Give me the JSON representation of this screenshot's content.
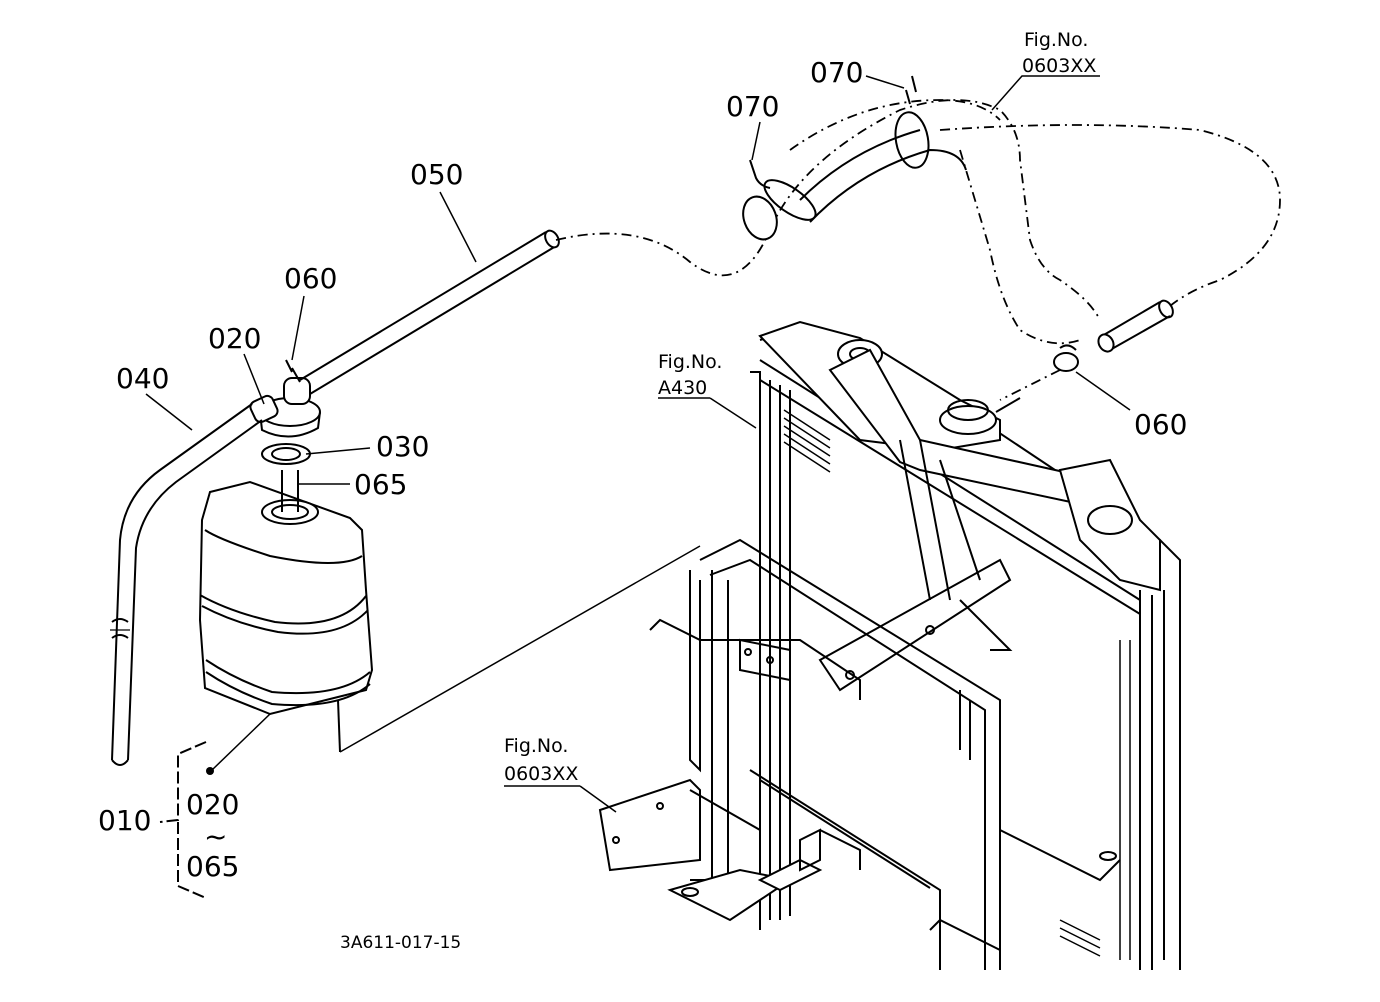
{
  "labels": {
    "p010": "010",
    "p020": "020",
    "p020b": "020",
    "p030": "030",
    "p040": "040",
    "p050": "050",
    "p060a": "060",
    "p060b": "060",
    "p065": "065",
    "p065b": "065",
    "p070a": "070",
    "p070b": "070",
    "tilde": "~"
  },
  "figrefs": {
    "fig_top_label": "Fig.No.",
    "fig_top_value": "0603XX",
    "fig_mid_label": "Fig.No.",
    "fig_mid_value": "A430",
    "fig_bot_label": "Fig.No.",
    "fig_bot_value": "0603XX"
  },
  "diagram_code": "3A611-017-15"
}
